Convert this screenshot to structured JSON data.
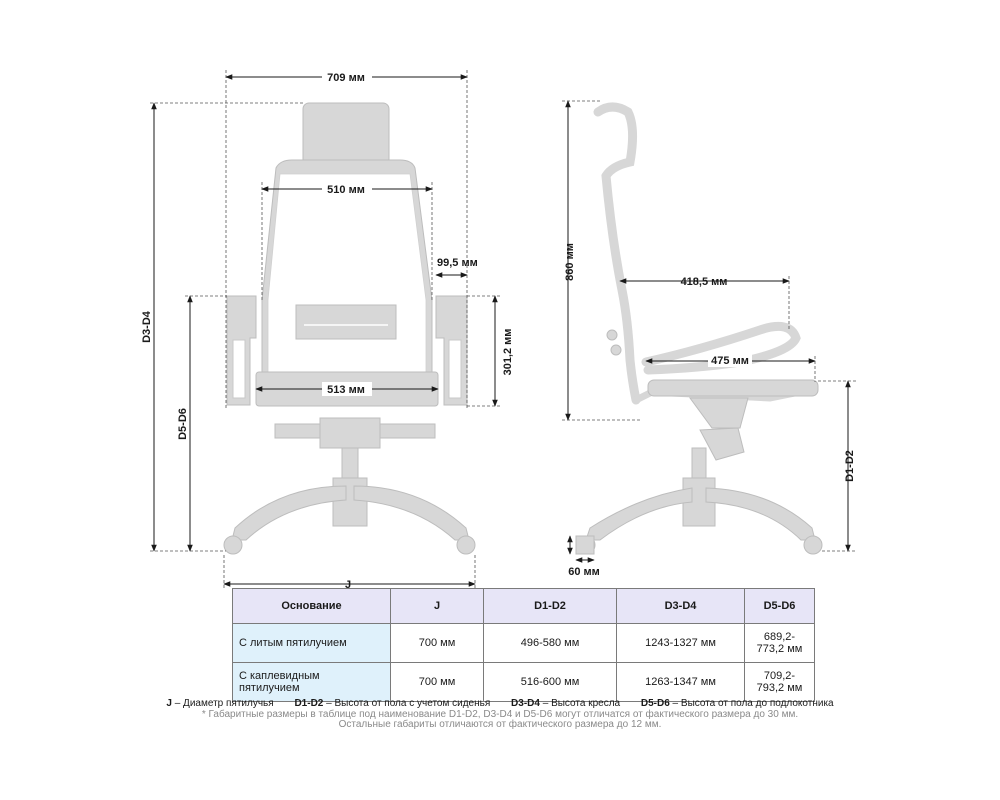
{
  "dimensions": {
    "overall_width": "709 мм",
    "back_width": "510 мм",
    "armrest_width": "99,5 мм",
    "armrest_height": "301,2 мм",
    "seat_width": "513 мм",
    "height_d3_d4": "D3-D4",
    "height_d5_d6": "D5-D6",
    "base_j": "J",
    "back_height": "860 мм",
    "depth_upper": "418,5 мм",
    "seat_depth": "475 мм",
    "height_d1_d2": "D1-D2",
    "wheel_size": "60 мм"
  },
  "table": {
    "headers": [
      "Основание",
      "J",
      "D1-D2",
      "D3-D4",
      "D5-D6"
    ],
    "rows": [
      {
        "name": "С литым пятилучием",
        "name2": "",
        "j": "700 мм",
        "d1d2": "496-580 мм",
        "d3d4": "1243-1327 мм",
        "d5d6": "689,2-773,2 мм"
      },
      {
        "name": "С каплевидным",
        "name2": "пятилучием",
        "j": "700 мм",
        "d1d2": "516-600 мм",
        "d3d4": "1263-1347 мм",
        "d5d6": "709,2-793,2 мм"
      }
    ]
  },
  "legend": {
    "j_key": "J",
    "j_text": " – Диаметр пятилучья",
    "d1_key": "D1-D2",
    "d1_text": " – Высота от пола с учетом сиденья",
    "d3_key": "D3-D4",
    "d3_text": " – Высота кресла",
    "d5_key": "D5-D6",
    "d5_text": " – Высота от пола до подлокотника"
  },
  "notes": {
    "note1": "* Габаритные размеры в таблице под наименование D1-D2, D3-D4 и D5-D6 могут отличатся от фактического размера до 30 мм.",
    "note2": "Остальные габариты отличаются от фактического размера до 12 мм."
  },
  "colors": {
    "chair_fill": "#d7d7d7",
    "header_bg": "#e7e5f7",
    "row_head_bg": "#dff1fb"
  }
}
